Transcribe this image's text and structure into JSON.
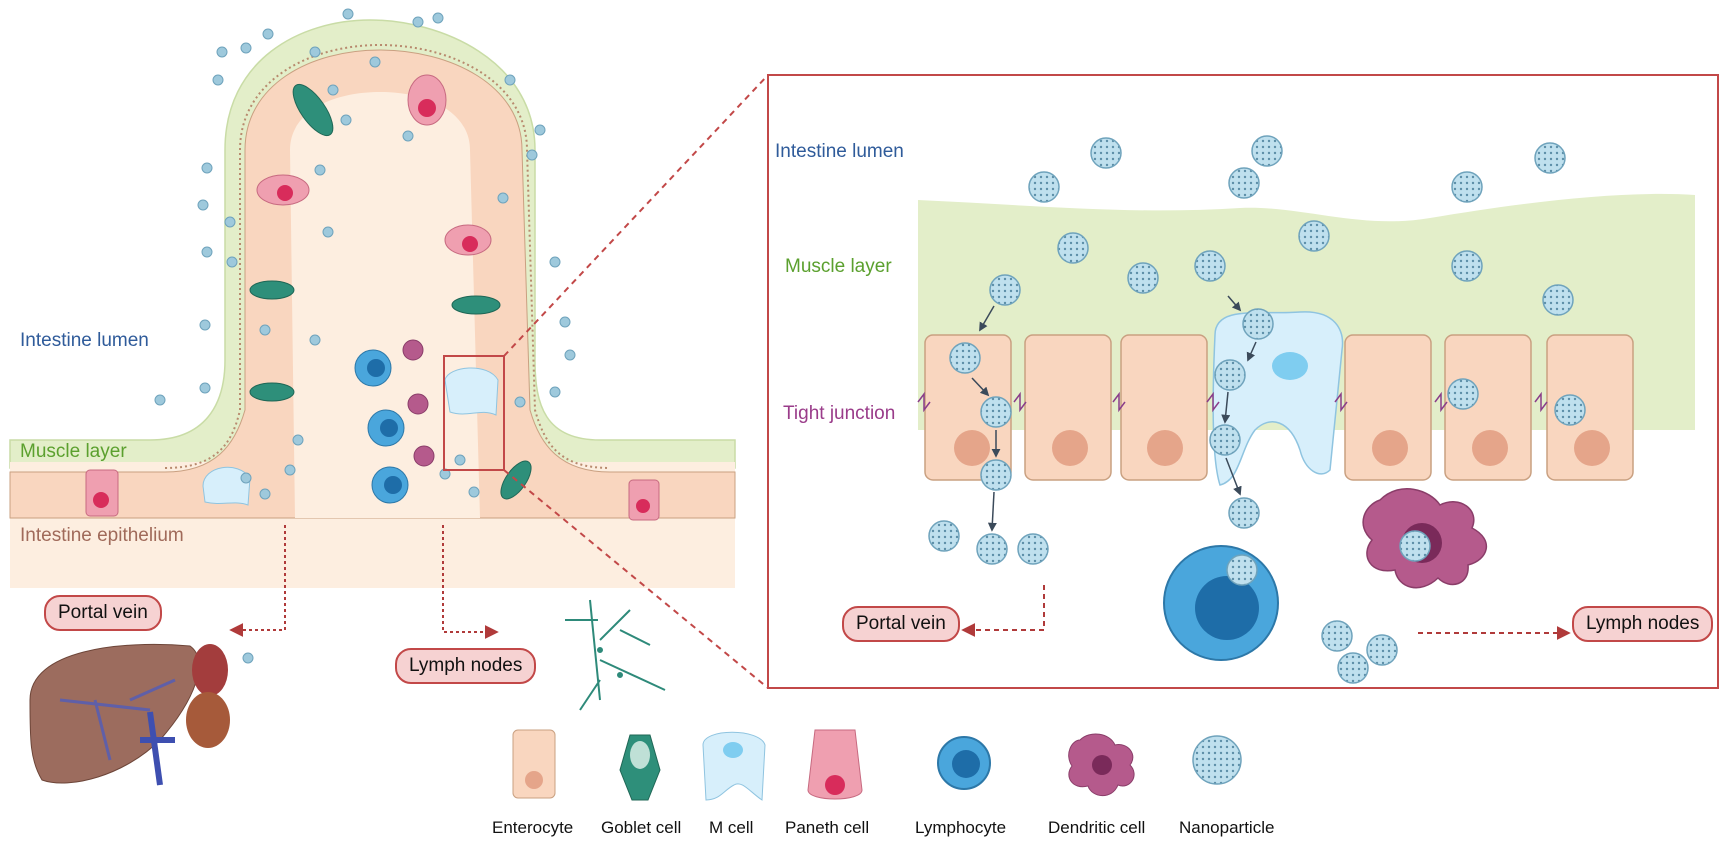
{
  "left_panel": {
    "lumen_label": "Intestine lumen",
    "muscle_label": "Muscle layer",
    "epithelium_label": "Intestine epithelium",
    "portal_vein_label": "Portal vein",
    "lymph_nodes_label": "Lymph nodes"
  },
  "right_panel": {
    "lumen_label": "Intestine lumen",
    "muscle_label": "Muscle layer",
    "tight_junction_label": "Tight junction",
    "portal_vein_label": "Portal vein",
    "lymph_nodes_label": "Lymph nodes"
  },
  "legend": {
    "items": [
      "Enterocyte",
      "Goblet cell",
      "M cell",
      "Paneth cell",
      "Lymphocyte",
      "Dendritic cell",
      "Nanoparticle"
    ]
  },
  "colors": {
    "muscle": "#e3eec9",
    "epithelium": "#fdeee0",
    "enterocyte": "#f9d6bf",
    "goblet": "#2e8f7a",
    "m_cell": "#d7effb",
    "paneth": "#ef9fb0",
    "lymphocyte": "#4aa6dc",
    "dendritic": "#b55a8c",
    "nanoparticle": "#9ec9dc",
    "accent_red": "#c24848"
  }
}
